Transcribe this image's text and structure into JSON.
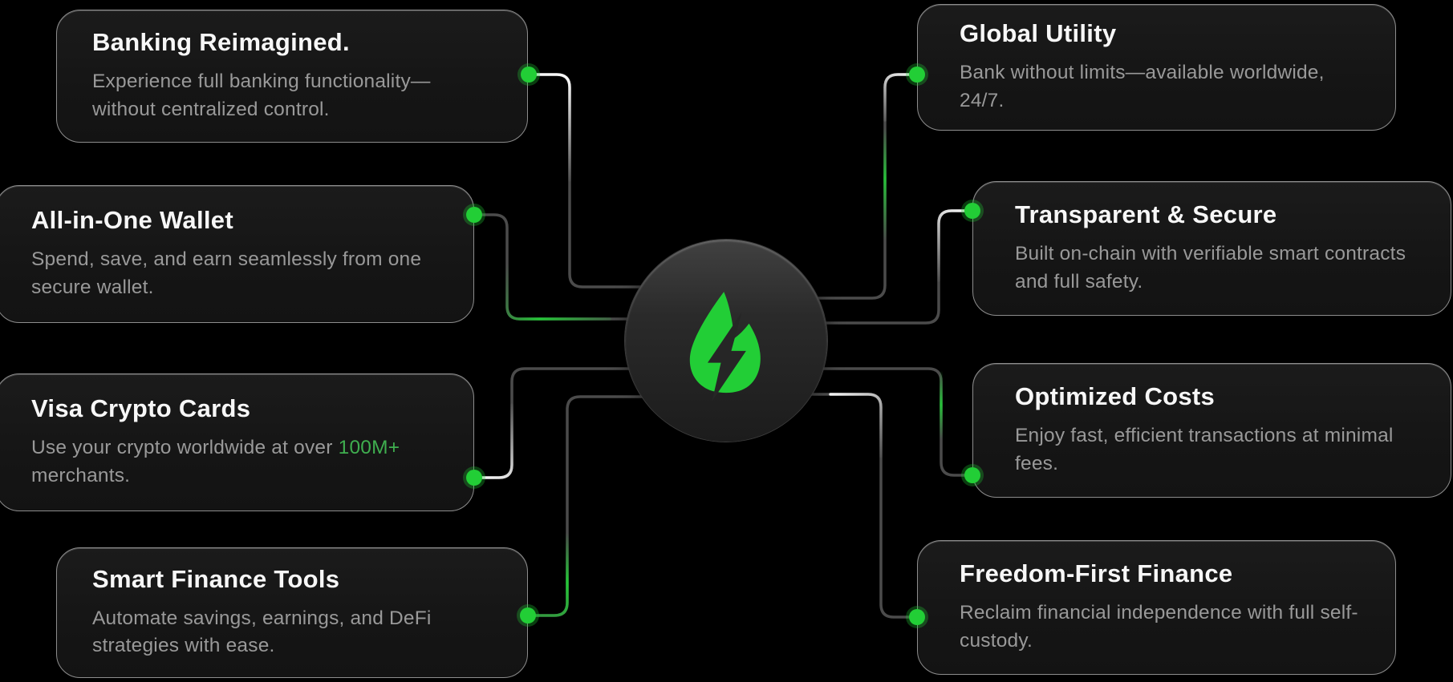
{
  "colors": {
    "background": "#000000",
    "card_background": "#161616",
    "card_border": "#8d8d8d",
    "title_text": "#f7f7f7",
    "description_text": "#999999",
    "accent_green": "#22ce36",
    "highlight_green": "#3fae4f",
    "line_gray": "#4b4b4b"
  },
  "center": {
    "logo": "flame-lightning-bolt-logo"
  },
  "cards": {
    "left": [
      {
        "title": "Banking Reimagined.",
        "description": "Experience full banking functionality—without centralized control."
      },
      {
        "title": "All-in-One Wallet",
        "description": "Spend, save, and earn seamlessly from one secure wallet."
      },
      {
        "title": "Visa Crypto Cards",
        "description_prefix": "Use your crypto worldwide at over ",
        "description_highlight": "100M+",
        "description_suffix": " merchants."
      },
      {
        "title": "Smart Finance Tools",
        "description": "Automate savings, earnings, and DeFi strategies with ease."
      }
    ],
    "right": [
      {
        "title": "Global Utility",
        "description": "Bank without limits—available worldwide, 24/7."
      },
      {
        "title": "Transparent & Secure",
        "description": "Built on-chain with verifiable smart contracts and full safety."
      },
      {
        "title": "Optimized Costs",
        "description": "Enjoy fast, efficient transactions at minimal fees."
      },
      {
        "title": "Freedom-First Finance",
        "description": "Reclaim financial independence with full self-custody."
      }
    ]
  }
}
